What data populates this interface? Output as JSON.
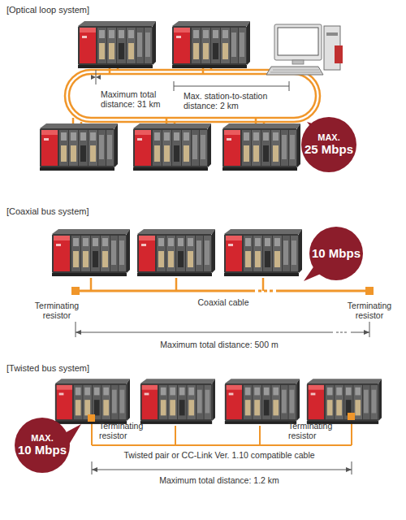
{
  "diagram": {
    "nodes": [
      {
        "text": [
          "MAX.",
          "25 Mbps"
        ]
      },
      {
        "text": [
          "10 Mbps"
        ]
      },
      {
        "text": [
          "MAX.",
          "10 Mbps"
        ]
      }
    ],
    "labels": [
      "[Optical loop system]",
      "Maximum total distance: 31 km",
      "Max. station-to-station distance: 2 km",
      "[Coaxial bus system]",
      "Terminating resistor",
      "Coaxial cable",
      "Terminating resistor",
      "Maximum total distance: 500 m",
      "[Twisted bus system]",
      "Terminating resistor",
      "Terminating resistor",
      "Twisted pair or CC-Link Ver. 1.10 compatible cable",
      "Maximum total distance: 1.2 km"
    ]
  }
}
